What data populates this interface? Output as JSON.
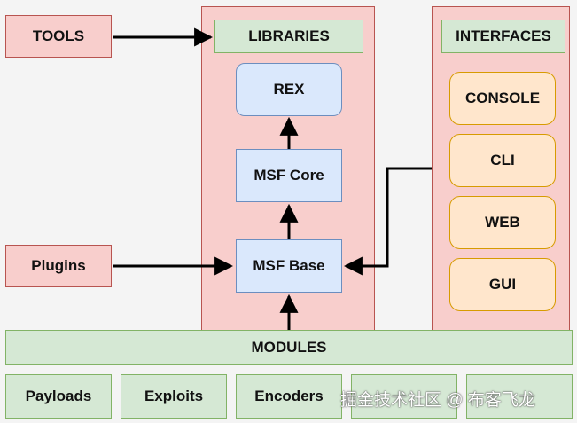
{
  "nodes": {
    "tools": "TOOLS",
    "libraries": "LIBRARIES",
    "interfaces": "INTERFACES",
    "rex": "REX",
    "msf_core": "MSF Core",
    "msf_base": "MSF Base",
    "plugins": "Plugins",
    "console": "CONSOLE",
    "cli": "CLI",
    "web": "WEB",
    "gui": "GUI",
    "modules": "MODULES",
    "payloads": "Payloads",
    "exploits": "Exploits",
    "encoders": "Encoders"
  },
  "watermark": "掘金技术社区 @ 布客飞龙",
  "colors": {
    "pink": "#f8cecc",
    "green": "#d5e8d4",
    "blue": "#dae8fc",
    "cream": "#ffe6cc",
    "edge": "#000000"
  },
  "edges": [
    {
      "from": "tools",
      "to": "libraries"
    },
    {
      "from": "plugins",
      "to": "msf_base"
    },
    {
      "from": "modules",
      "to": "msf_base"
    },
    {
      "from": "msf_base",
      "to": "msf_core"
    },
    {
      "from": "msf_core",
      "to": "rex"
    },
    {
      "from": "interfaces",
      "to": "msf_base"
    }
  ]
}
